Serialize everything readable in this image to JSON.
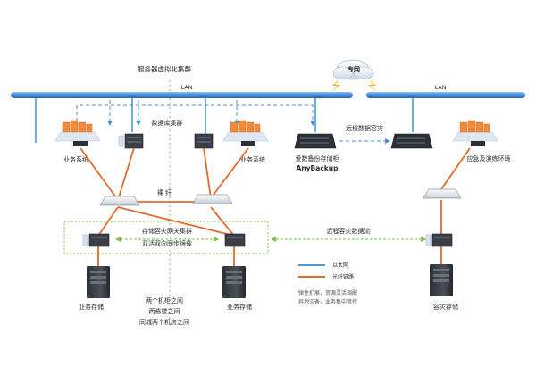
{
  "labels": {
    "cluster_title": "服务器虚拟化集群",
    "private_net": "专网",
    "lan": "LAN",
    "db_cluster": "数据库集群",
    "business_system": "业务系统",
    "remote_backup": "远程数据容灾",
    "anybackup_line1": "爱数备份存储柜",
    "anybackup_line2": "AnyBackup",
    "emergency_env": "应急及演练环境",
    "bare_fiber": "裸 纤",
    "gateway_cluster": "存储容灾网关集群",
    "mirror": "双活双向同步镜像",
    "remote_stream": "远程容灾数据流",
    "business_storage": "业务存储",
    "dr_storage": "容灾存储",
    "scope_line1": "两个机柜之间",
    "scope_line2": "两栋楼之间",
    "scope_line3": "同城两个机房之间"
  },
  "legend": {
    "ethernet": "以太网",
    "fiber": "光纤链路",
    "note_line1": "弹性扩展，资源灵活调配",
    "note_line2": "异地灾备，业务集中管控"
  },
  "colors": {
    "lan_bar": "#4a8fd6",
    "ethernet": "#4a9ad8",
    "fiber": "#e26a2c",
    "mirror": "#7cc242",
    "lightning": "#f0b323"
  }
}
